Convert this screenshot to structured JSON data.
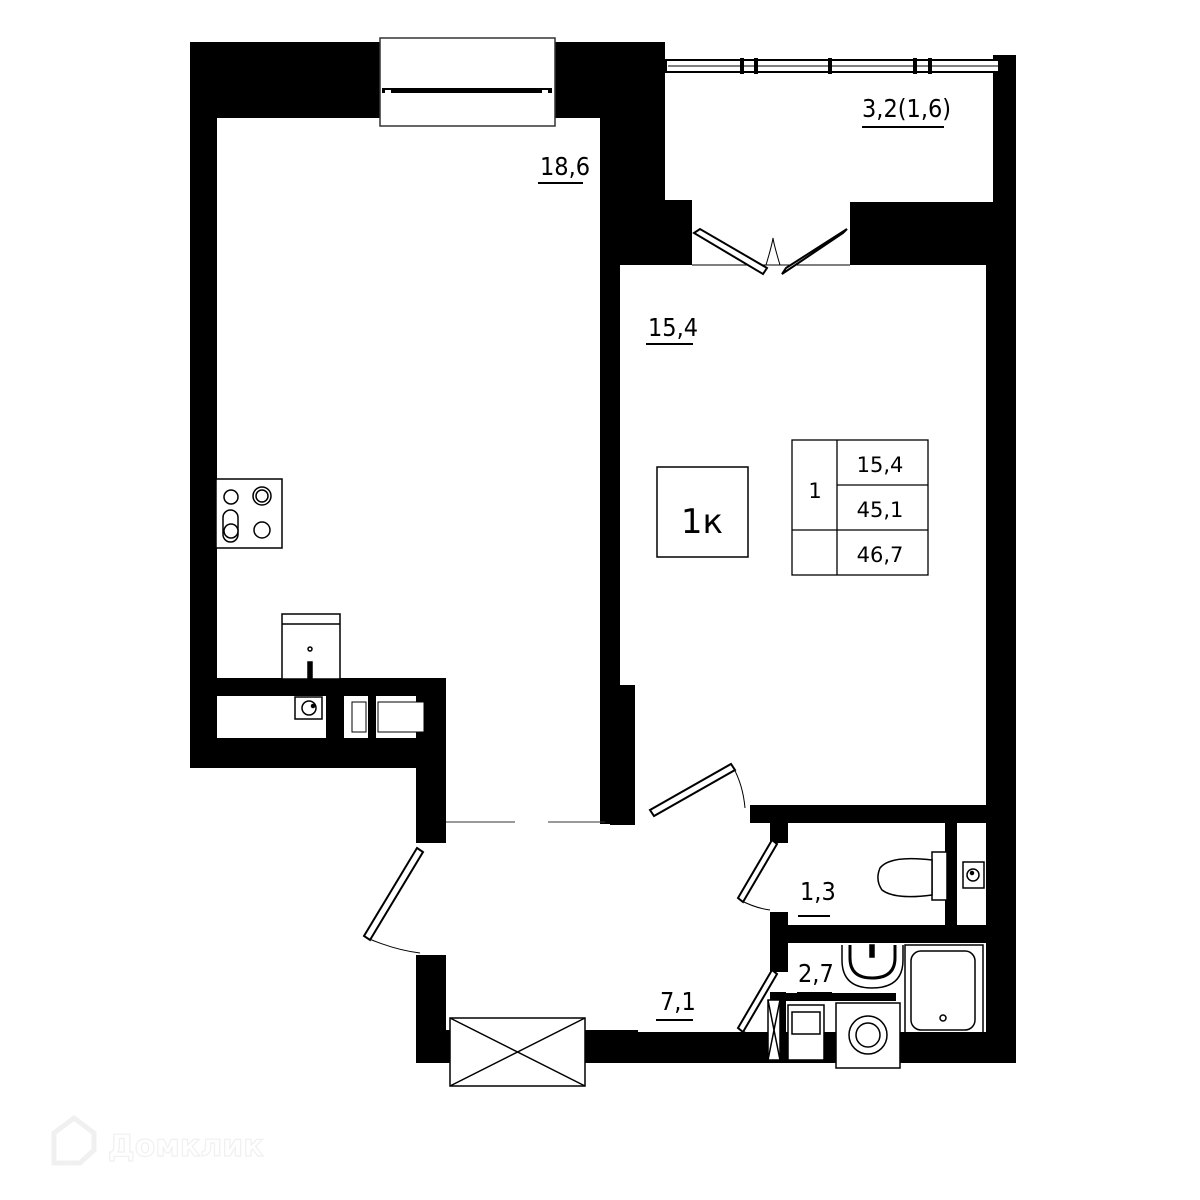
{
  "plan": {
    "type_badge": "1к",
    "rooms": [
      {
        "id": "kitchen-living",
        "area": "18,6"
      },
      {
        "id": "bedroom",
        "area": "15,4"
      },
      {
        "id": "balcony",
        "area": "3,2(1,6)"
      },
      {
        "id": "toilet",
        "area": "1,3"
      },
      {
        "id": "bathroom",
        "area": "2,7"
      },
      {
        "id": "hallway",
        "area": "7,1"
      }
    ],
    "summary_table": {
      "rooms_count": "1",
      "living_area": "15,4",
      "total_area": "45,1",
      "total_with_balcony": "46,7"
    }
  },
  "watermark": {
    "text": "Домклик",
    "icon": "house-logo-icon"
  },
  "colors": {
    "wall": "#000000",
    "background": "#ffffff"
  }
}
